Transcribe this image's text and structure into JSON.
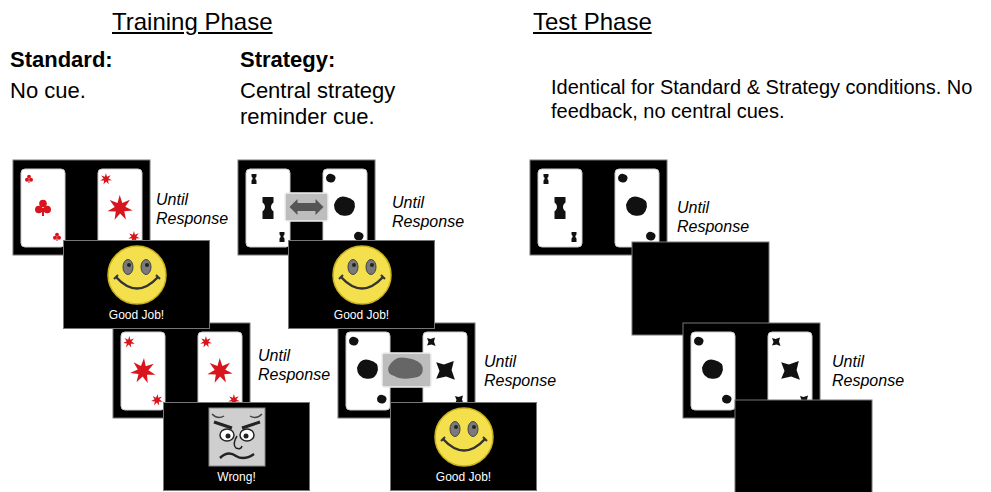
{
  "diagram": {
    "nodes": [
      {
        "text": [
          "Good Job!"
        ]
      },
      {
        "text": [
          "Wrong!"
        ]
      },
      {
        "text": [
          "Good Job!"
        ]
      },
      {
        "text": [
          "Good Job!"
        ]
      }
    ],
    "labels": [
      "Training Phase",
      "Test Phase",
      "Standard:",
      "No cue.",
      "Strategy:",
      "Central strategy reminder cue.",
      "Identical for Standard & Strategy conditions. No feedback, no central cues.",
      "Until Response",
      "Until Response",
      "Until Response",
      "Until Response",
      "Until Response",
      "Until Response"
    ]
  }
}
